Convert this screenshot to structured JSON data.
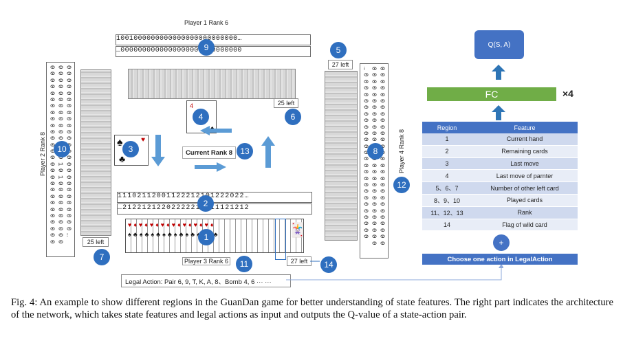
{
  "game": {
    "player1_label": "Player 1 Rank 6",
    "player2_label": "Player 2 Rank 8",
    "player3_label": "Player 3 Rank 6",
    "player4_label": "Player 4 Rank 8",
    "current_rank": "Current Rank 8",
    "legal_action": "Legal Action:  Pair 6, 9, T, K, A, 8、Bomb 4, 6 ··· ···",
    "p1_strip_top": "1001000000000000000000000000…",
    "p1_strip_bottom": "…0000000000000000000000000000",
    "p3_strip_top": "11102112001122212101222022…",
    "p3_strip_bottom": "…21221212202222212211121212",
    "p2_col_a": "0000000000000000000000000000",
    "p2_col_b": "0000000000000001010000000000",
    "p2_col_c": "00000000000000000000000000…",
    "p4_col_a": "…00000000000000000000000000",
    "p4_col_b": "0000000000000000000000000000",
    "p4_col_c": "0000000000000000000000000000",
    "left_p1": "27 left",
    "left_top_right": "25 left",
    "left_p2": "25 left",
    "left_p3": "27 left",
    "last_move_card": "4",
    "markers": [
      "1",
      "2",
      "3",
      "4",
      "5",
      "6",
      "7",
      "8",
      "9",
      "10",
      "11",
      "12",
      "13",
      "14"
    ]
  },
  "network": {
    "output": "Q(S, A)",
    "fc": "FC",
    "multiplier": "×4",
    "plus": "+",
    "input": "Choose one action in LegalAction",
    "table_headers": [
      "Region",
      "Feature"
    ],
    "table_rows": [
      [
        "1",
        "Current hand"
      ],
      [
        "2",
        "Remaining cards"
      ],
      [
        "3",
        "Last move"
      ],
      [
        "4",
        "Last move of parnter"
      ],
      [
        "5、6、7",
        "Number of other left card"
      ],
      [
        "8、9、10",
        "Played cards"
      ],
      [
        "11、12、13",
        "Rank"
      ],
      [
        "14",
        "Flag of wild card"
      ]
    ]
  },
  "caption": "Fig. 4: An example to show different regions in the GuanDan game for better understanding of state features. The right part indicates the architecture of the network, which takes state features and legal actions as input and outputs the Q-value of a state-action pair.",
  "colors": {
    "marker_blue": "#2f6fbf",
    "fc_green": "#70ad47",
    "box_blue": "#4472c4",
    "arrow_blue": "#2e75b6"
  }
}
